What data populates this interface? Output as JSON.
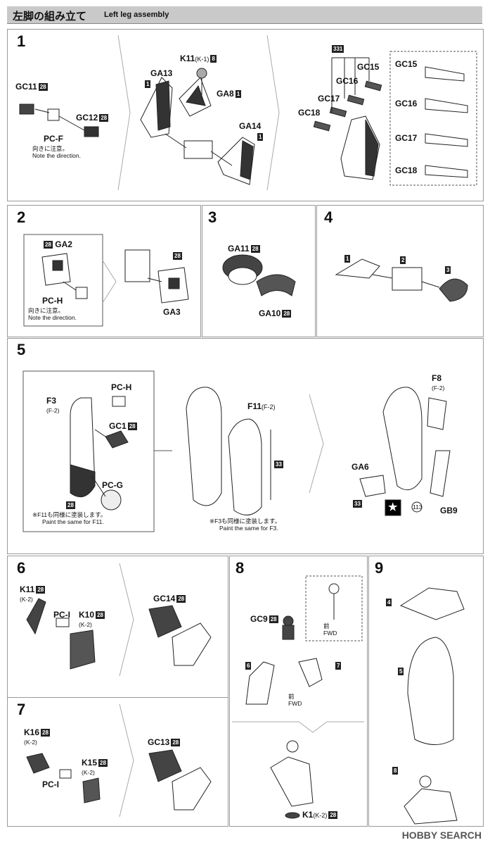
{
  "header": {
    "title_jp": "左脚の組み立て",
    "title_en": "Left leg assembly"
  },
  "steps": {
    "s1": "1",
    "s2": "2",
    "s3": "3",
    "s4": "4",
    "s5": "5",
    "s6": "6",
    "s7": "7",
    "s8": "8",
    "s9": "9"
  },
  "step1": {
    "gc11": "GC11",
    "gc11_badge": "28",
    "gc12": "GC12",
    "gc12_badge": "28",
    "pcf": "PC-F",
    "note_jp": "向きに注意。",
    "note_en": "Note the direction.",
    "ga13": "GA13",
    "ga13_badge": "1",
    "k11": "K11",
    "k11_sub": "(K-1)",
    "k11_badge": "8",
    "ga8": "GA8",
    "ga8_badge": "1",
    "ga14": "GA14",
    "ga14_badge": "1",
    "badge331": "331",
    "gc15": "GC15",
    "gc16": "GC16",
    "gc17": "GC17",
    "gc18": "GC18",
    "box_gc15": "GC15",
    "box_gc16": "GC16",
    "box_gc17": "GC17",
    "box_gc18": "GC18"
  },
  "step2": {
    "ga2": "GA2",
    "ga2_badge": "28",
    "pch": "PC-H",
    "note_jp": "向きに注意。",
    "note_en": "Note the direction.",
    "ga3": "GA3",
    "ga3_badge": "28"
  },
  "step3": {
    "ga11": "GA11",
    "ga11_badge": "28",
    "ga10": "GA10",
    "ga10_badge": "28"
  },
  "step4": {
    "n1": "1",
    "n2": "2",
    "n3": "3"
  },
  "step5": {
    "f3": "F3",
    "f3_sub": "(F-2)",
    "pch": "PC-H",
    "gc1": "GC1",
    "gc1_badge": "28",
    "pcg": "PC-G",
    "badge28": "28",
    "note_f11_jp": "※F11も同様に塗装します。",
    "note_f11_en": "Paint the same for F11.",
    "f11": "F11",
    "f11_sub": "(F-2)",
    "badge33": "33",
    "note_f3_jp": "※F3も同様に塗装します。",
    "note_f3_en": "Paint the same for F3.",
    "f8": "F8",
    "f8_sub": "(F-2)",
    "ga6": "GA6",
    "ga6_badge": "33",
    "gb9": "GB9",
    "num113": "113"
  },
  "step6": {
    "k11": "K11",
    "k11_badge": "28",
    "k11_sub": "(K-2)",
    "pci": "PC-I",
    "k10": "K10",
    "k10_badge": "28",
    "k10_sub": "(K-2)",
    "gc14": "GC14",
    "gc14_badge": "28"
  },
  "step7": {
    "k16": "K16",
    "k16_badge": "28",
    "k16_sub": "(K-2)",
    "k15": "K15",
    "k15_badge": "28",
    "k15_sub": "(K-2)",
    "pci": "PC-I",
    "gc13": "GC13",
    "gc13_badge": "28"
  },
  "step8": {
    "gc9": "GC9",
    "gc9_badge": "28",
    "n6": "6",
    "n7": "7",
    "fwd_jp": "前",
    "fwd_en": "FWD",
    "fwd_jp2": "前",
    "fwd_en2": "FWD",
    "k1": "K1",
    "k1_sub": "(K-2)",
    "k1_badge": "28"
  },
  "step9": {
    "n4": "4",
    "n5": "5",
    "n8": "8"
  },
  "footer": {
    "watermark": "HOBBY SEARCH"
  }
}
